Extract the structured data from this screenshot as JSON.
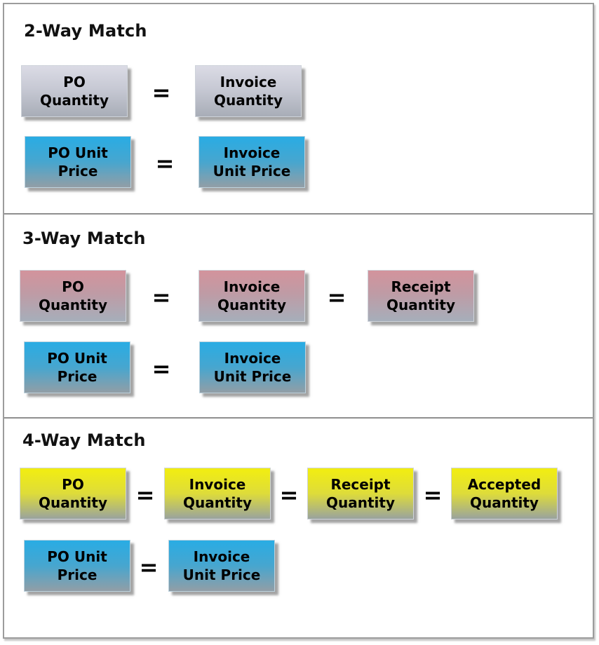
{
  "equals_sign": "=",
  "colors": {
    "quantity_2way_gradient_top": "#dbdbe5",
    "quantity_2way_gradient_bottom": "#a8adb7",
    "quantity_3way_gradient_top": "#d3939c",
    "quantity_3way_gradient_bottom": "#a6aeba",
    "quantity_4way_gradient_top": "#f2ee10",
    "quantity_4way_gradient_bottom": "#99a39e",
    "unit_price_gradient_top": "#29ace4",
    "unit_price_gradient_bottom": "#929ea6",
    "border": "#9c9c9c",
    "text": "#000000"
  },
  "sections": [
    {
      "heading": "2-Way Match",
      "quantity_boxes": [
        "PO\nQuantity",
        "Invoice\nQuantity"
      ],
      "price_boxes": [
        "PO Unit\nPrice",
        "Invoice\nUnit Price"
      ]
    },
    {
      "heading": "3-Way Match",
      "quantity_boxes": [
        "PO\nQuantity",
        "Invoice\nQuantity",
        "Receipt\nQuantity"
      ],
      "price_boxes": [
        "PO Unit\nPrice",
        "Invoice\nUnit Price"
      ]
    },
    {
      "heading": "4-Way Match",
      "quantity_boxes": [
        "PO\nQuantity",
        "Invoice\nQuantity",
        "Receipt\nQuantity",
        "Accepted\nQuantity"
      ],
      "price_boxes": [
        "PO Unit\nPrice",
        "Invoice\nUnit Price"
      ]
    }
  ]
}
